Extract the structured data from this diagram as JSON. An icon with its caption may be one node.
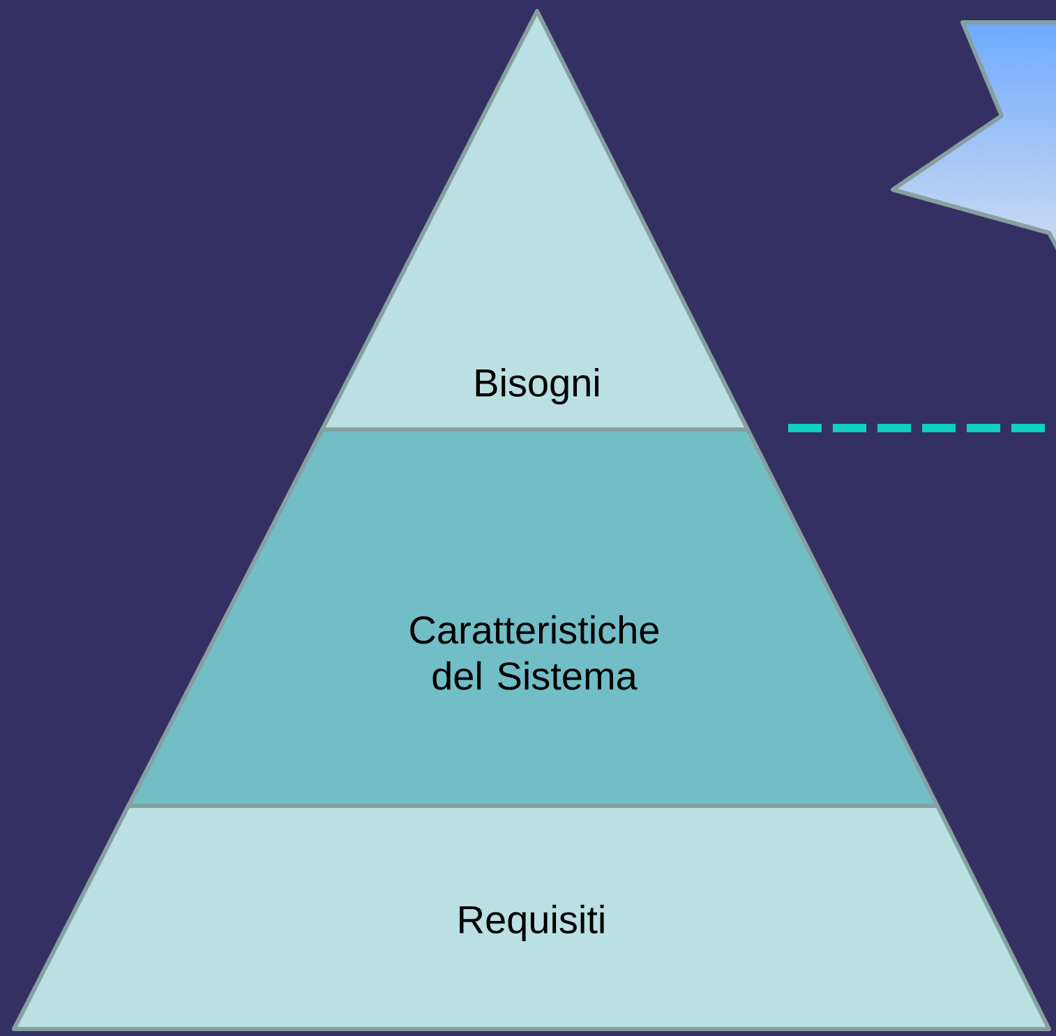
{
  "diagram": {
    "nodes": [
      {
        "text": [
          "Bisogni"
        ]
      },
      {
        "text": [
          "Caratteristiche del Sistema"
        ]
      },
      {
        "text": [
          "Requisiti"
        ]
      }
    ]
  }
}
